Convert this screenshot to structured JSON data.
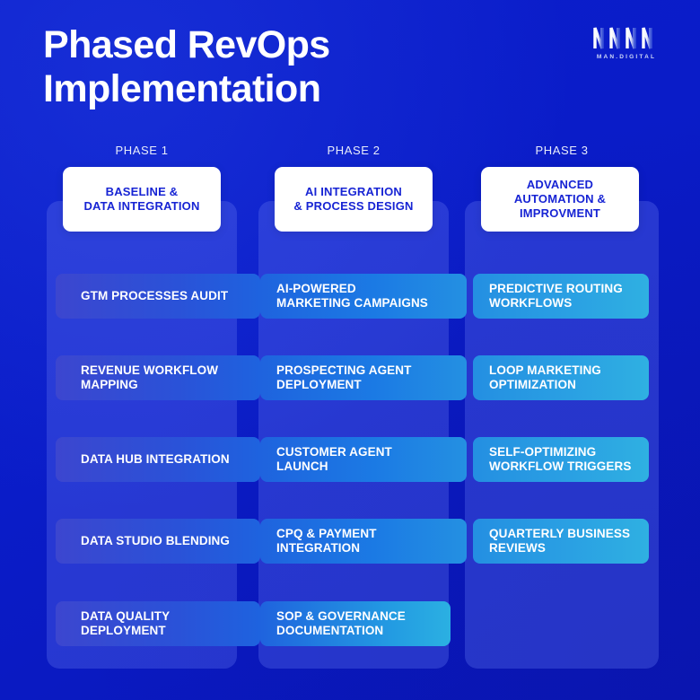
{
  "header": {
    "title": "Phased RevOps\nImplementation",
    "logo": {
      "mark_name": "man-digital-zigzag-mark",
      "wordmark": "MAN.DIGITAL"
    }
  },
  "theme": {
    "background": "#0a1cc8",
    "panel": "#2f3dd0",
    "card_background": "#ffffff",
    "card_text": "#1724d4",
    "bar_gradient_start": "#3c46cf",
    "bar_gradient_end": "#2fb0e2",
    "text": "#ffffff"
  },
  "columns": [
    {
      "phase_label": "PHASE 1",
      "card_title": "BASELINE &\nDATA INTEGRATION",
      "steps": [
        "GTM PROCESSES AUDIT",
        "REVENUE WORKFLOW\nMAPPING",
        "DATA HUB INTEGRATION",
        "DATA STUDIO BLENDING",
        "DATA QUALITY\nDEPLOYMENT"
      ]
    },
    {
      "phase_label": "PHASE 2",
      "card_title": "AI INTEGRATION\n& PROCESS DESIGN",
      "steps": [
        "AI-POWERED\nMARKETING CAMPAIGNS",
        "PROSPECTING AGENT\nDEPLOYMENT",
        "CUSTOMER AGENT\nLAUNCH",
        "CPQ & PAYMENT\nINTEGRATION",
        "SOP & GOVERNANCE\nDOCUMENTATION"
      ]
    },
    {
      "phase_label": "PHASE 3",
      "card_title": "ADVANCED\nAUTOMATION &\nIMPROVMENT",
      "steps": [
        "PREDICTIVE ROUTING\nWORKFLOWS",
        "LOOP MARKETING\nOPTIMIZATION",
        "SELF-OPTIMIZING\nWORKFLOW TRIGGERS",
        "QUARTERLY BUSINESS\nREVIEWS"
      ]
    }
  ]
}
